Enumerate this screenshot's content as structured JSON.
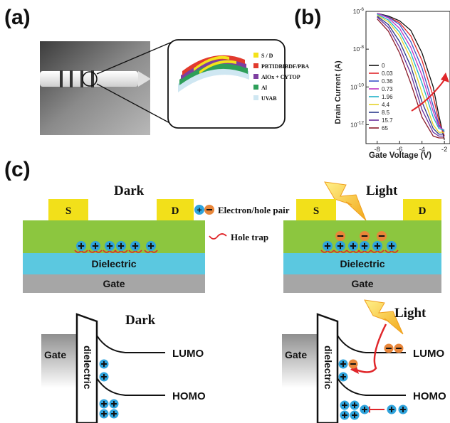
{
  "panels": {
    "a": "(a)",
    "b": "(b)",
    "c": "(c)"
  },
  "legend_a": [
    {
      "label": "S / D",
      "color": "#f4e21a"
    },
    {
      "label": "PBTIDBIBDF/PBA",
      "color": "#e23a2d"
    },
    {
      "label": "AlOx + CYTOP",
      "color": "#7e3fa0"
    },
    {
      "label": "Al",
      "color": "#2e9f5a"
    },
    {
      "label": "UVAB",
      "color": "#cfe7f2"
    }
  ],
  "chart_data": {
    "type": "line",
    "xlabel": "Gate Voltage (V)",
    "ylabel": "Drain Current (A)",
    "xlim": [
      -9,
      -1.5
    ],
    "ylim_exp": [
      -13,
      -6
    ],
    "x_ticks": [
      "-8",
      "-6",
      "-4",
      "-2"
    ],
    "y_ticks": [
      "10^-6",
      "10^-8",
      "10^-10",
      "10^-12"
    ],
    "legend_entries": [
      "0",
      "0.03",
      "0.36",
      "0.73",
      "1.96",
      "4.4",
      "8.5",
      "15.7",
      "65"
    ],
    "series": [
      {
        "name": "0",
        "color": "#111111",
        "x": [
          -8,
          -7,
          -6,
          -5,
          -4,
          -3,
          -2.5,
          -2
        ],
        "log_y": [
          -6.1,
          -6.25,
          -6.5,
          -7,
          -8.2,
          -10,
          -11.5,
          -12.8
        ]
      },
      {
        "name": "0.03",
        "color": "#e0262a",
        "x": [
          -8,
          -7,
          -6,
          -5,
          -4,
          -3,
          -2.5,
          -2
        ],
        "log_y": [
          -6.1,
          -6.3,
          -6.6,
          -7.3,
          -8.6,
          -10.5,
          -11.8,
          -12.6
        ]
      },
      {
        "name": "0.36",
        "color": "#3a52c8",
        "x": [
          -8,
          -7,
          -6,
          -5,
          -4,
          -3,
          -2.5,
          -2
        ],
        "log_y": [
          -6.1,
          -6.3,
          -6.7,
          -7.6,
          -9,
          -11,
          -12,
          -12.4
        ]
      },
      {
        "name": "0.73",
        "color": "#c032c0",
        "x": [
          -8,
          -7,
          -6,
          -5,
          -4,
          -3,
          -2.5,
          -2
        ],
        "log_y": [
          -6.1,
          -6.35,
          -6.9,
          -7.9,
          -9.4,
          -11.3,
          -12.1,
          -12.3
        ]
      },
      {
        "name": "1.96",
        "color": "#1fb0c8",
        "x": [
          -8,
          -7,
          -6,
          -5,
          -4,
          -3,
          -2.5,
          -2
        ],
        "log_y": [
          -6.15,
          -6.45,
          -7.1,
          -8.2,
          -9.8,
          -11.6,
          -12.2,
          -12.3
        ]
      },
      {
        "name": "4.4",
        "color": "#e4d22a",
        "x": [
          -8,
          -7,
          -6,
          -5,
          -4,
          -3,
          -2.5,
          -2
        ],
        "log_y": [
          -6.2,
          -6.55,
          -7.3,
          -8.5,
          -10.3,
          -12,
          -12.4,
          -12.4
        ]
      },
      {
        "name": "8.5",
        "color": "#2b3a8c",
        "x": [
          -8,
          -7,
          -6,
          -5,
          -4,
          -3,
          -2.5,
          -2
        ],
        "log_y": [
          -6.25,
          -6.7,
          -7.6,
          -8.9,
          -10.8,
          -12.2,
          -12.5,
          -12.5
        ]
      },
      {
        "name": "15.7",
        "color": "#6a2f9c",
        "x": [
          -8,
          -7,
          -6,
          -5,
          -4,
          -3,
          -2.5,
          -2
        ],
        "log_y": [
          -6.3,
          -6.85,
          -7.9,
          -9.3,
          -11.2,
          -12.4,
          -12.6,
          -12.6
        ]
      },
      {
        "name": "65",
        "color": "#8b1a2a",
        "x": [
          -8,
          -7,
          -6,
          -5,
          -4,
          -3,
          -2.5,
          -2
        ],
        "log_y": [
          -6.4,
          -7.05,
          -8.2,
          -9.8,
          -11.6,
          -12.6,
          -12.7,
          -12.7
        ]
      }
    ]
  },
  "panel_c": {
    "dark": "Dark",
    "light": "Light",
    "source": "S",
    "drain": "D",
    "dielectric": "Dielectric",
    "gate": "Gate",
    "electron_hole_pair": "Electron/hole pair",
    "hole_trap": "Hole trap",
    "band_gate": "Gate",
    "band_dielectric": "dielectric",
    "lumo": "LUMO",
    "homo": "HOMO"
  },
  "colors": {
    "semiconductor": "#8cc63f",
    "dielectric": "#5bc8e0",
    "gate": "#a6a6a6",
    "electrode": "#f2e01a",
    "hole": "#2fa3dc",
    "electron": "#e8863a",
    "trap": "#e0262a",
    "bolt": "#f5c21a"
  }
}
